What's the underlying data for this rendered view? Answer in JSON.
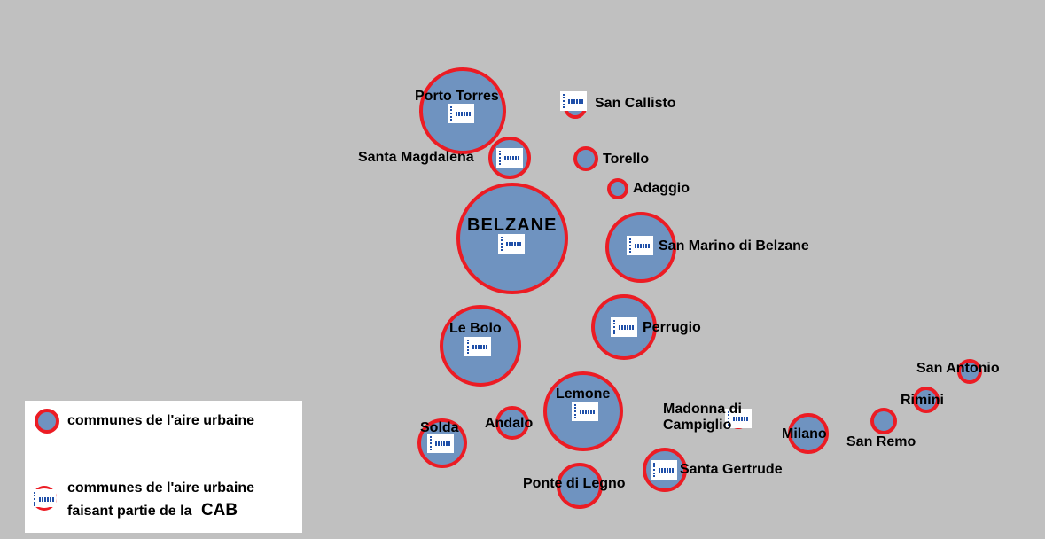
{
  "communes": [
    {
      "name": "Porto Torres",
      "cab": true
    },
    {
      "name": "Santa Magdalena",
      "cab": true
    },
    {
      "name": "San Callisto",
      "cab": true
    },
    {
      "name": "Torello",
      "cab": false
    },
    {
      "name": "Adaggio",
      "cab": false
    },
    {
      "name": "BELZANE",
      "cab": true
    },
    {
      "name": "San Marino di Belzane",
      "cab": true
    },
    {
      "name": "Perrugio",
      "cab": true
    },
    {
      "name": "Le Bolo",
      "cab": true
    },
    {
      "name": "Lemone",
      "cab": true
    },
    {
      "name": "Andalo",
      "cab": false
    },
    {
      "name": "Solda",
      "cab": true
    },
    {
      "name": "Ponte di Legno",
      "cab": false
    },
    {
      "name": "Santa Gertrude",
      "cab": true
    },
    {
      "name": "Madonna di Campiglio",
      "cab": true
    },
    {
      "name": "Milano",
      "cab": false
    },
    {
      "name": "San Remo",
      "cab": false
    },
    {
      "name": "Rimini",
      "cab": false
    },
    {
      "name": "San Antonio",
      "cab": false
    }
  ],
  "madonna_lines": [
    "Madonna di",
    "Campiglio"
  ],
  "legend": {
    "item1": "communes de l'aire urbaine",
    "item2_line1": "communes de l'aire urbaine",
    "item2_line2": "faisant partie de la",
    "item2_cab": "CAB"
  },
  "colors": {
    "fill": "#6f93c0",
    "stroke": "#ec1c24",
    "background": "#c0c0c0"
  }
}
